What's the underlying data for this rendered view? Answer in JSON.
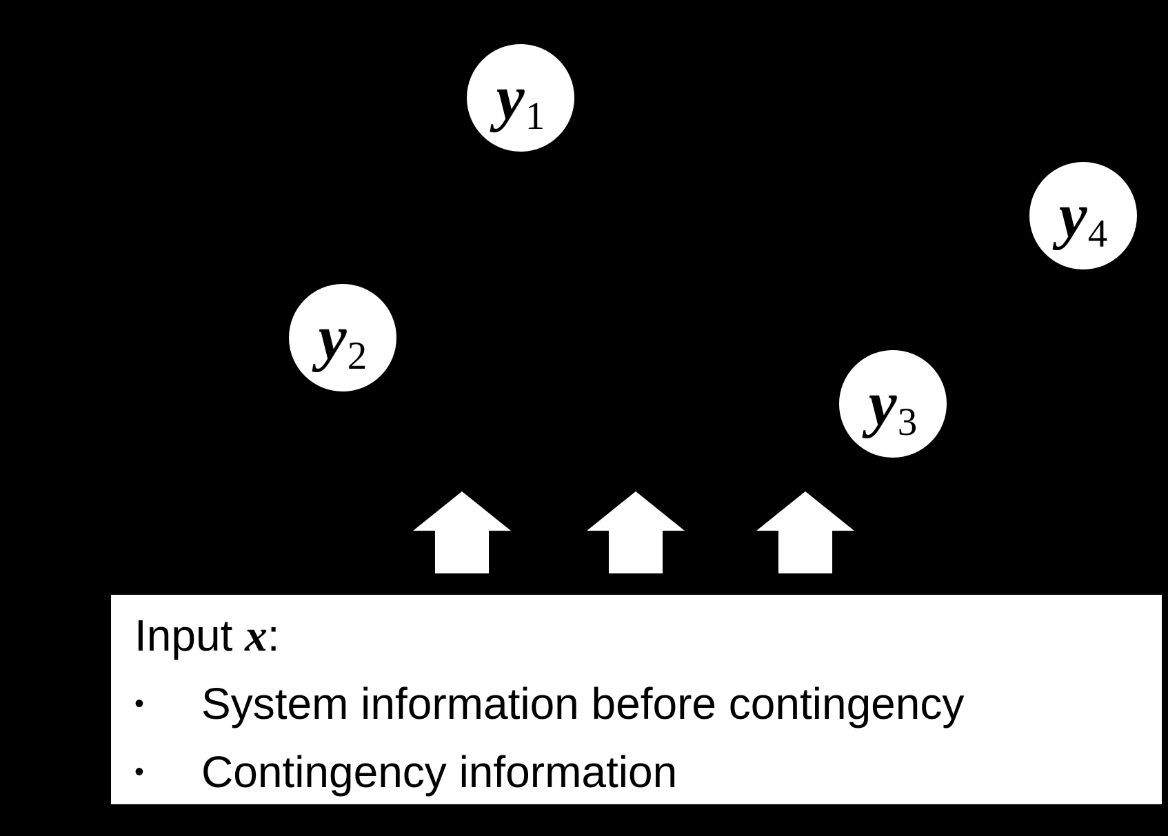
{
  "figure": {
    "background_color": "#000000",
    "node_fill_color": "#ffffff",
    "node_text_color": "#000000",
    "arrow_fill_color": "#ffffff",
    "box_fill_color": "#ffffff",
    "box_text_color": "#000000"
  },
  "nodes": [
    {
      "id": "y1",
      "base": "y",
      "sub": "1"
    },
    {
      "id": "y2",
      "base": "y",
      "sub": "2"
    },
    {
      "id": "y3",
      "base": "y",
      "sub": "3"
    },
    {
      "id": "y4",
      "base": "y",
      "sub": "4"
    }
  ],
  "arrows": {
    "count": 3,
    "direction": "up"
  },
  "input_box": {
    "title_prefix": "Input ",
    "title_variable": "x",
    "title_suffix": ":",
    "bullets": [
      {
        "marker": "•",
        "text": "System information before contingency"
      },
      {
        "marker": "•",
        "text": "Contingency information"
      }
    ]
  }
}
